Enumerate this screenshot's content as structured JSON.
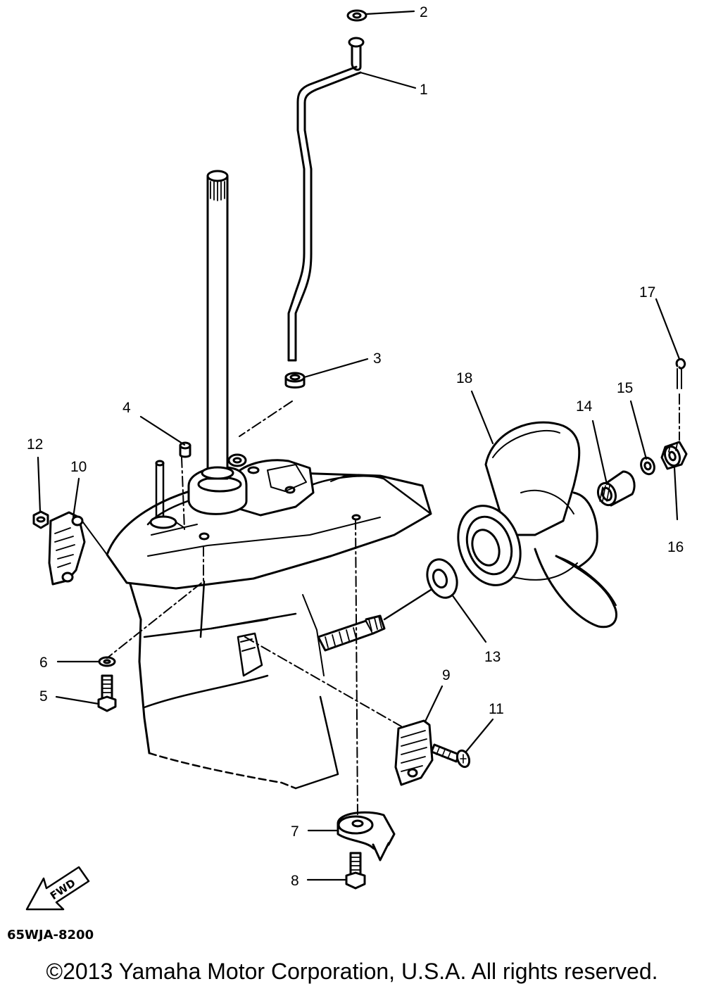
{
  "callouts": {
    "c1": "1",
    "c2": "2",
    "c3": "3",
    "c4": "4",
    "c5": "5",
    "c6": "6",
    "c7": "7",
    "c8": "8",
    "c9": "9",
    "c10": "10",
    "c11": "11",
    "c12": "12",
    "c13": "13",
    "c14": "14",
    "c15": "15",
    "c16": "16",
    "c17": "17",
    "c18": "18"
  },
  "fwd_label": "FWD",
  "diagram_code": "65WJA-8200",
  "copyright": "©2013 Yamaha Motor Corporation, U.S.A. All rights reserved."
}
